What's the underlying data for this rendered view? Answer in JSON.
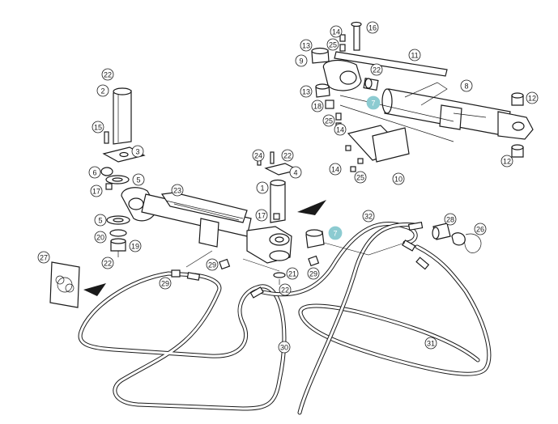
{
  "diagram": {
    "callouts": [
      "2",
      "22",
      "15",
      "3",
      "6",
      "5",
      "17",
      "5",
      "20",
      "19",
      "22",
      "23",
      "24",
      "22",
      "4",
      "1",
      "17",
      "7",
      "29",
      "29",
      "21",
      "22",
      "29",
      "32",
      "28",
      "26",
      "27",
      "30",
      "31",
      "13",
      "9",
      "25",
      "14",
      "16",
      "11",
      "22",
      "13",
      "18",
      "25",
      "14",
      "7",
      "8",
      "12",
      "12",
      "14",
      "25",
      "10"
    ],
    "highlight_color": "#8ccbd1",
    "line_color": "#1a1a1a"
  }
}
